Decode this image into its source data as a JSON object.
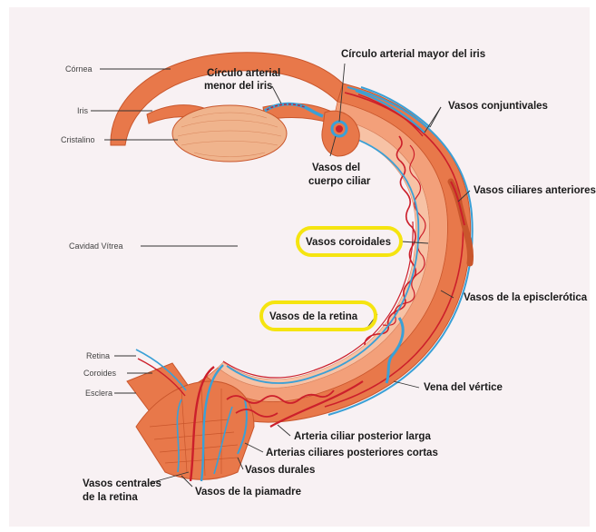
{
  "colors": {
    "background": "#f8f1f3",
    "tissue": "#e8784a",
    "tissue_dark": "#c9562c",
    "tissue_light": "#f2a683",
    "lens": "#f0b48d",
    "artery": "#cc1f2b",
    "vein": "#3aa0d6",
    "highlight": "#f5e410"
  },
  "labels": {
    "cornea": "Córnea",
    "iris": "Iris",
    "lens": "Cristalino",
    "vitreous": "Cavidad Vítrea",
    "retina": "Retina",
    "choroid": "Coroides",
    "sclera": "Esclera",
    "minor_circle_1": "Círculo arterial",
    "minor_circle_2": "menor del iris",
    "major_circle": "Círculo arterial mayor del iris",
    "conjunctival": "Vasos conjuntivales",
    "ciliary_body_1": "Vasos del",
    "ciliary_body_2": "cuerpo ciliar",
    "anterior_ciliary": "Vasos ciliares anteriores",
    "choroidal": "Vasos coroidales",
    "episcleral": "Vasos de la episclerótica",
    "retinal": "Vasos de la retina",
    "vortex_vein": "Vena del vértice",
    "long_post_ciliary": "Arteria ciliar posterior larga",
    "short_post_ciliary": "Arterias ciliares posteriores cortas",
    "dural": "Vasos durales",
    "central_retinal_1": "Vasos centrales",
    "central_retinal_2": "de la retina",
    "pial": "Vasos de la piamadre"
  }
}
